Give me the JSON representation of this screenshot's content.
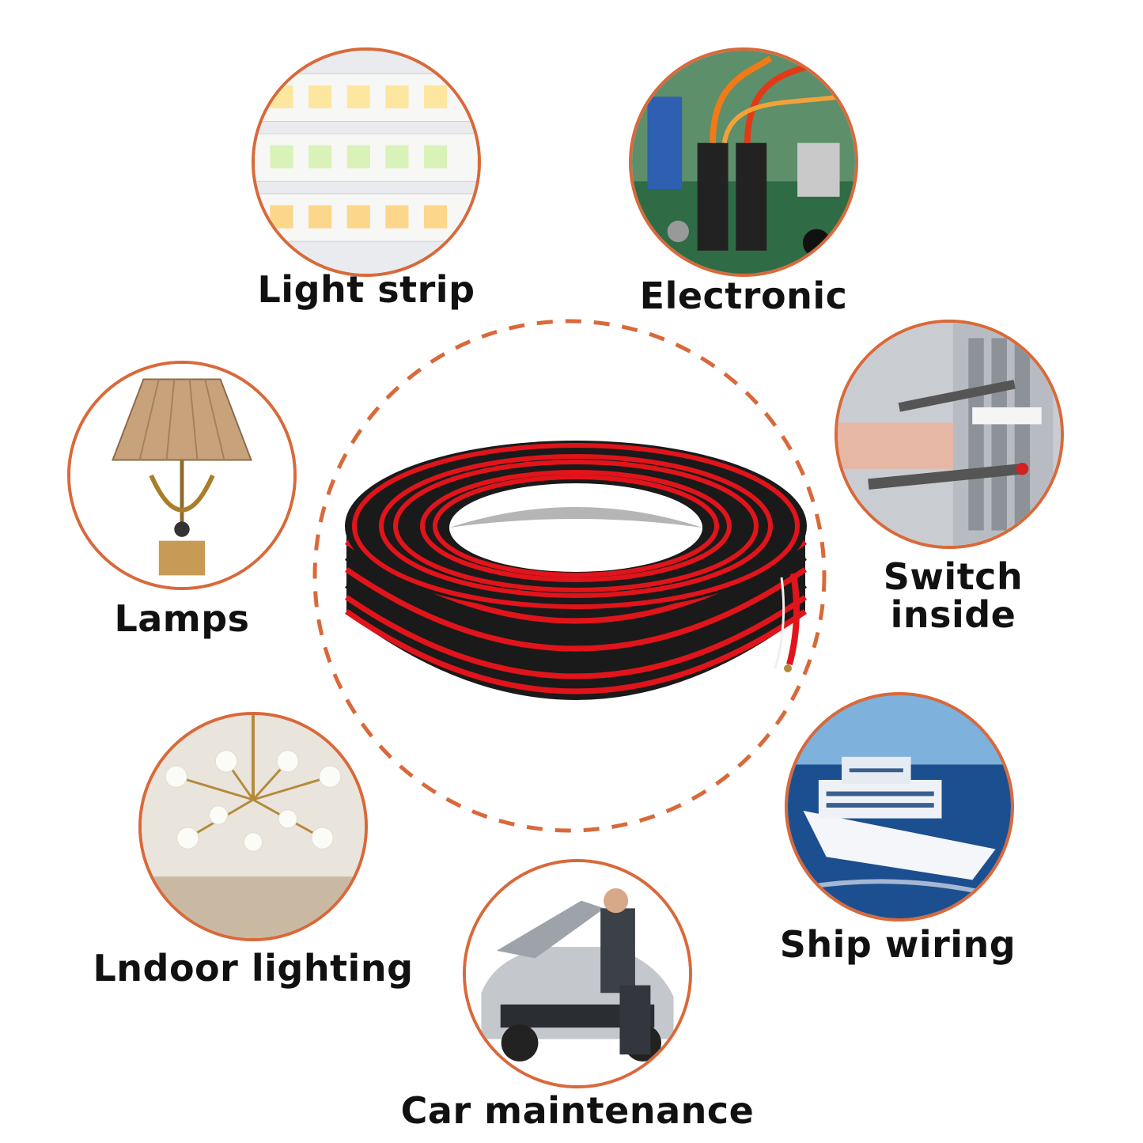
{
  "colors": {
    "accent": "#d9693a",
    "wire_red": "#e0141a",
    "wire_black": "#1a1a1a"
  },
  "applications": [
    {
      "label": "Light strip",
      "icon": "led-strip-icon"
    },
    {
      "label": "Electronic",
      "icon": "circuit-board-icon"
    },
    {
      "label": "Switch inside",
      "line1": "Switch",
      "line2": "inside",
      "icon": "terminal-block-icon"
    },
    {
      "label": "Lamps",
      "icon": "table-lamp-icon"
    },
    {
      "label": "Lndoor lighting",
      "icon": "chandelier-icon"
    },
    {
      "label": "Ship wiring",
      "icon": "cruise-ship-icon"
    },
    {
      "label": "Car maintenance",
      "icon": "car-repair-icon"
    }
  ],
  "center": {
    "icon": "wire-coil-icon"
  }
}
